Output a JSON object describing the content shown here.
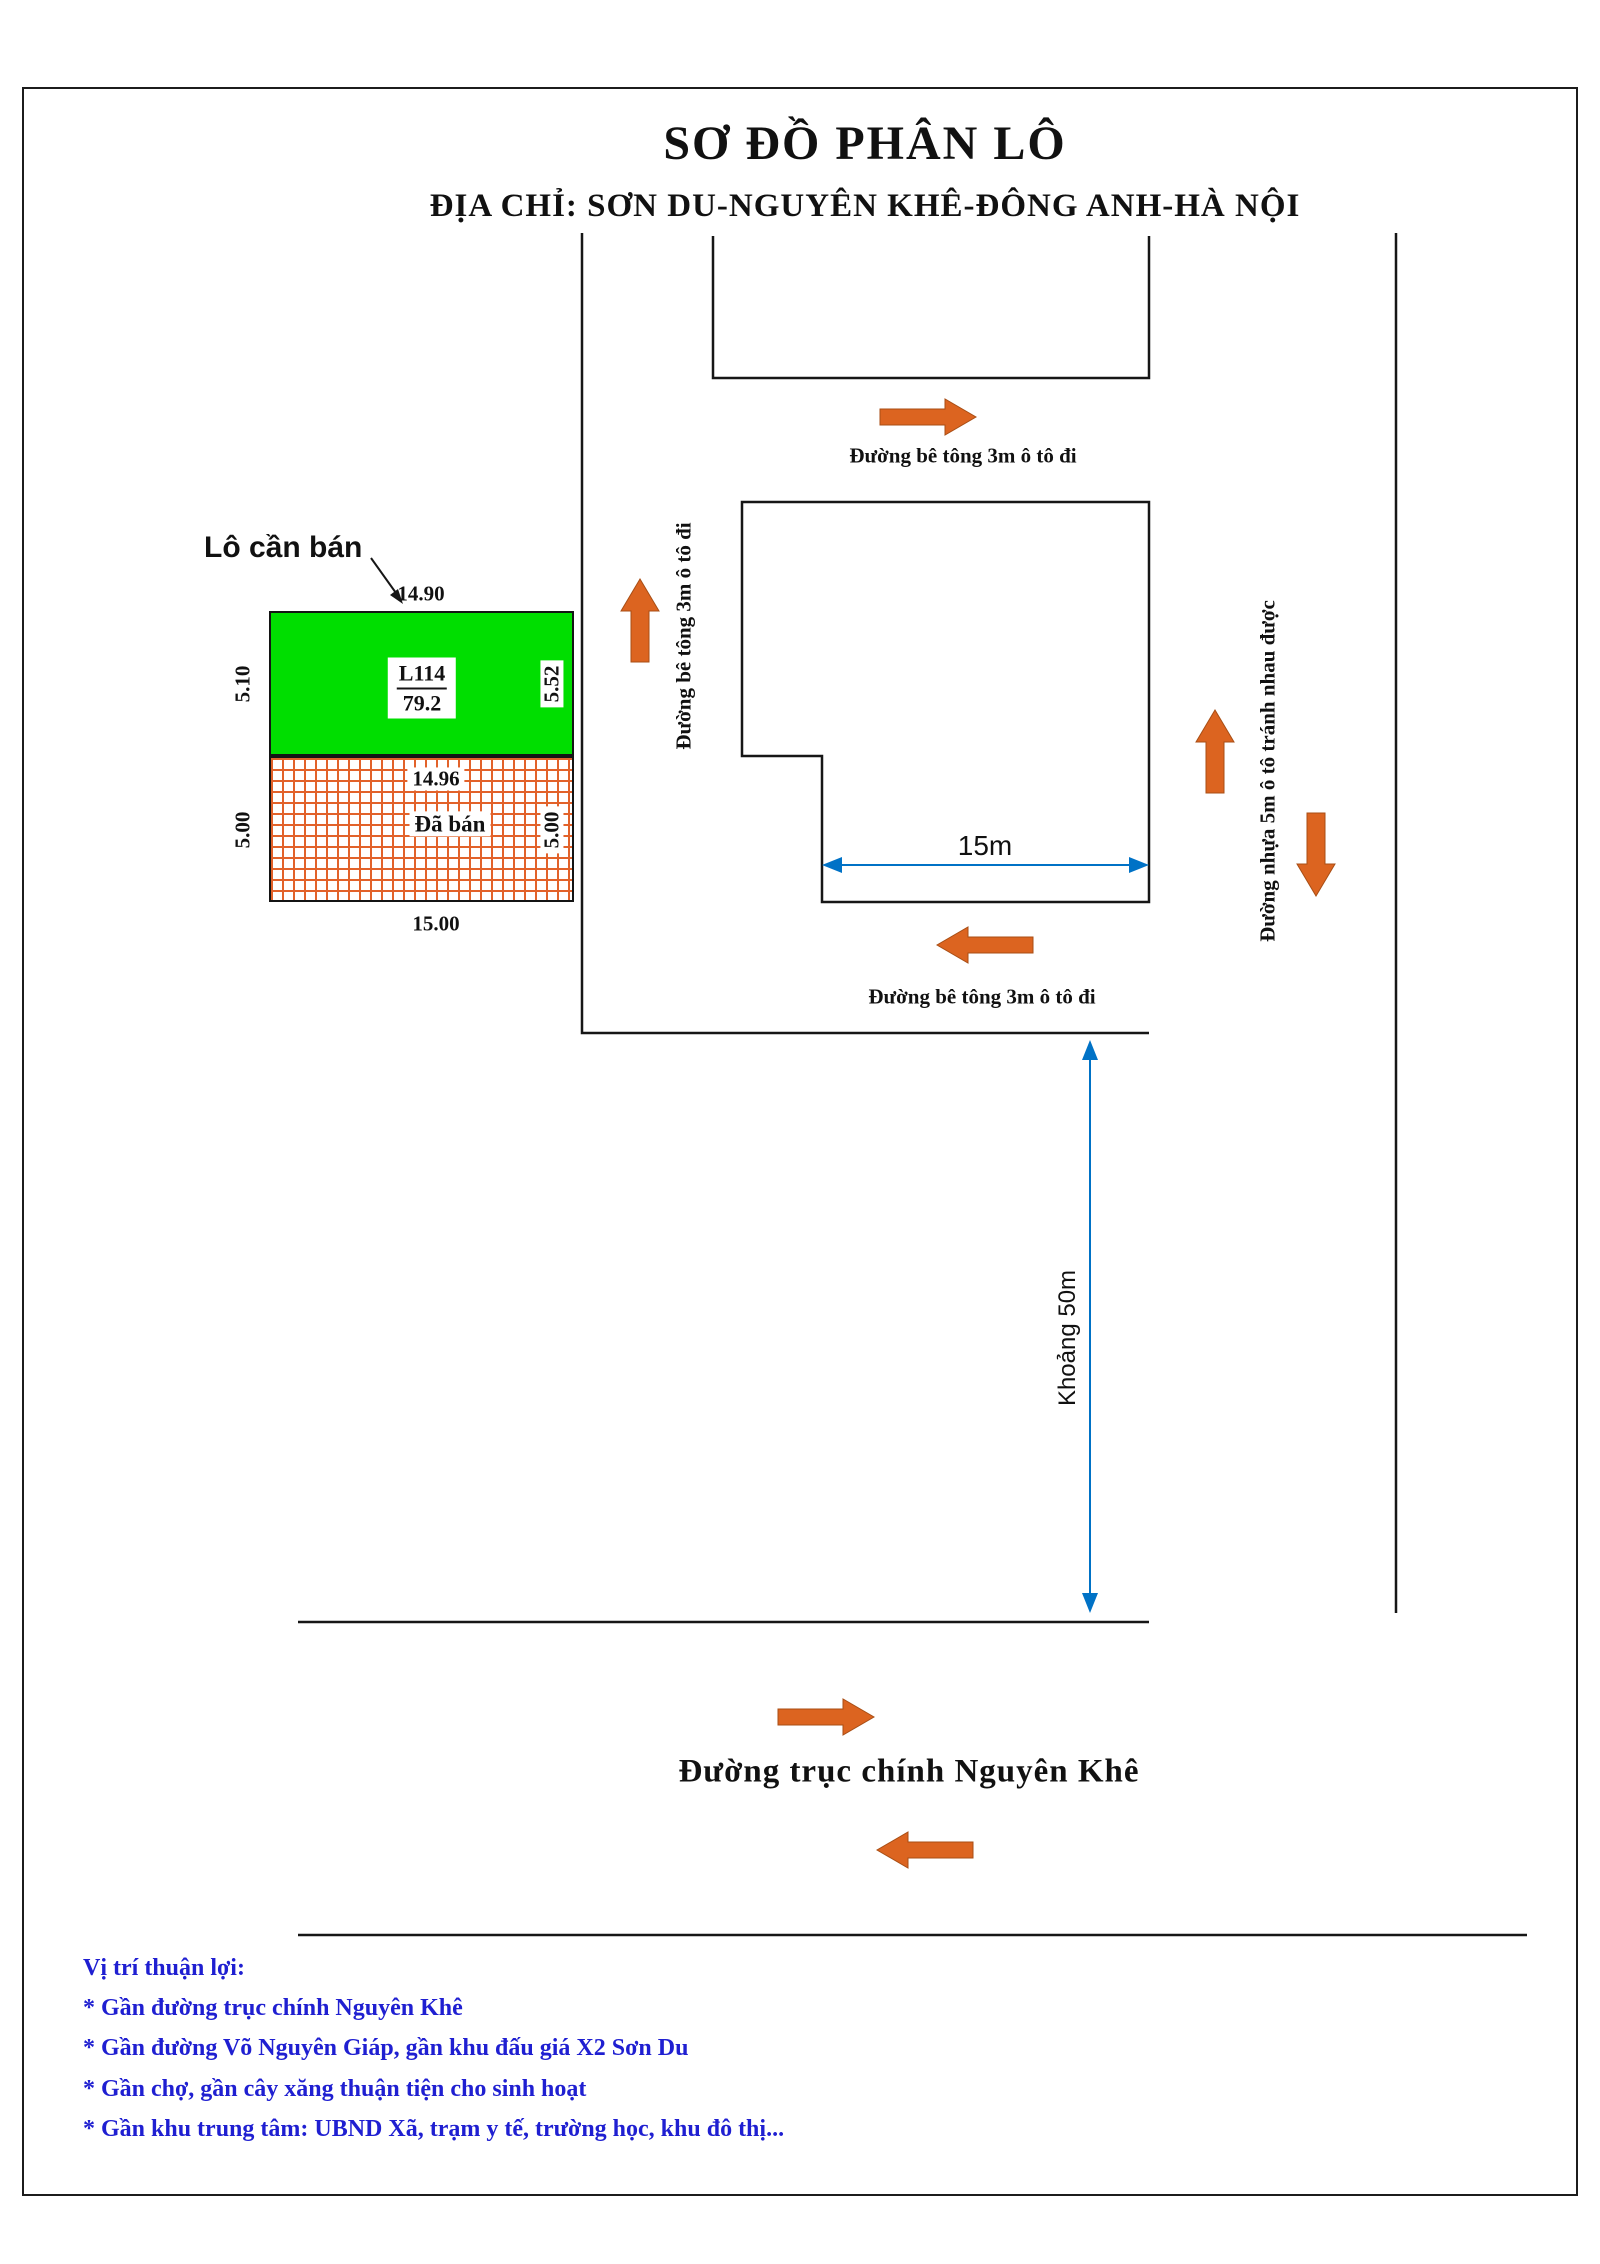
{
  "title": "SƠ ĐỒ PHÂN LÔ",
  "subtitle": "ĐỊA CHỈ: SƠN DU-NGUYÊN KHÊ-ĐÔNG ANH-HÀ NỘI",
  "callout": {
    "label": "Lô cần bán"
  },
  "lot_for_sale": {
    "code": "L114",
    "area": "79.2",
    "dim_top": "14.90",
    "dim_left": "5.10",
    "dim_right": "5.52"
  },
  "lot_sold": {
    "label": "Đã bán",
    "dim_top": "14.96",
    "dim_left": "5.00",
    "dim_right": "5.00",
    "dim_bottom": "15.00"
  },
  "roads": {
    "top_concrete": "Đường bê tông 3m ô tô đi",
    "left_concrete": "Đường bê tông 3m ô tô đi",
    "asphalt_right": "Đường nhựa 5m ô tô tránh nhau được",
    "bottom_concrete": "Đường bê tông 3m ô tô đi",
    "main_road": "Đường trục chính Nguyên Khê"
  },
  "dimensions": {
    "frontage": "15m",
    "distance": "Khoảng 50m"
  },
  "advantages": {
    "heading": "Vị trí thuận lợi:",
    "items": [
      "* Gần đường trục chính Nguyên Khê",
      "* Gần đường Võ Nguyên Giáp, gần khu đấu giá X2 Sơn Du",
      "* Gần chợ, gần cây xăng thuận tiện cho sinh hoạt",
      "* Gần khu trung tâm: UBND Xã, trạm y tế, trường học, khu đô thị..."
    ]
  },
  "colors": {
    "arrow_orange": "#DC6420",
    "lot_green": "#00DE00",
    "dim_blue": "#0072C6",
    "note_blue": "#1F1FD1",
    "hatch_orange": "#E2622A"
  }
}
